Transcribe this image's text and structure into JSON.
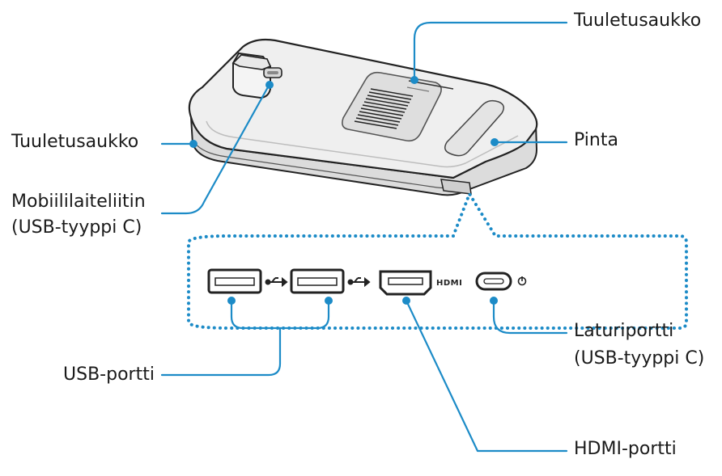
{
  "labels": {
    "vent_top": "Tuuletusaukko",
    "vent_left": "Tuuletusaukko",
    "surface": "Pinta",
    "mobile_connector_line1": "Mobiililaiteliitin",
    "mobile_connector_line2": "(USB-tyyppi C)",
    "usb_port": "USB-portti",
    "charger_port_line1": "Laturiportti",
    "charger_port_line2": "(USB-tyyppi C)",
    "hdmi_port": "HDMI-portti"
  },
  "port_panel": {
    "hdmi_logo_text": "HDMI"
  },
  "colors": {
    "leader_line": "#1c8bc7",
    "dotted_frame": "#1c8bc7",
    "outline": "#222222",
    "body_fill": "#ececec",
    "side_fill": "#d9d9d9"
  }
}
